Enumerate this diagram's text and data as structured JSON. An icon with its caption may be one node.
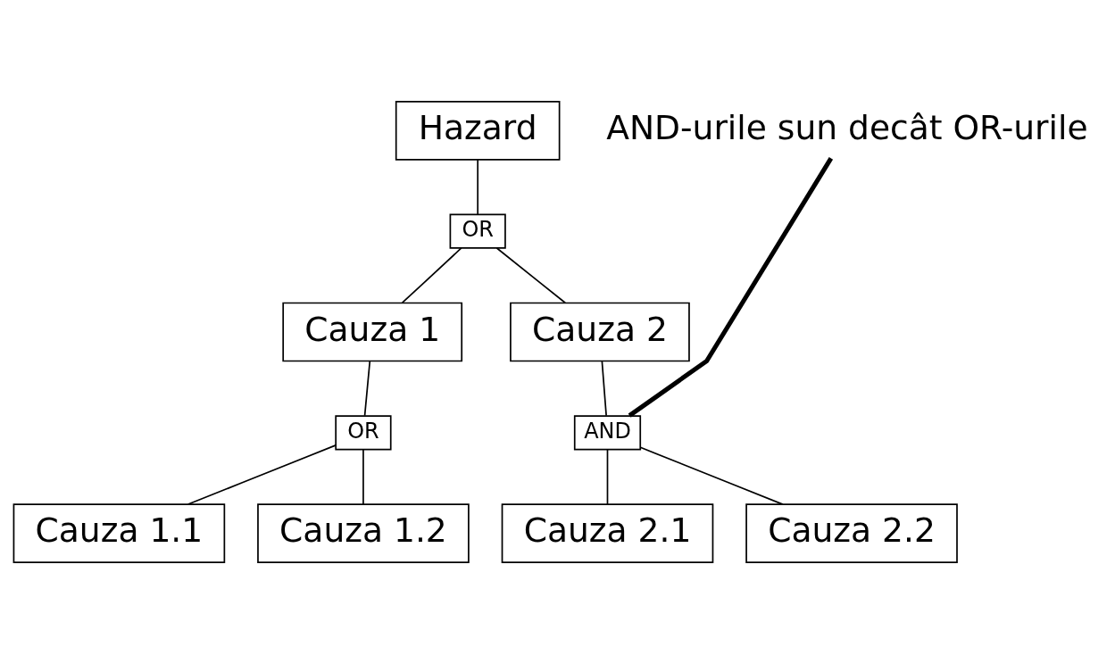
{
  "diagram": {
    "nodes": [
      {
        "text": [
          "Hazard"
        ]
      },
      {
        "text": [
          "OR"
        ]
      },
      {
        "text": [
          "Cauza 1"
        ]
      },
      {
        "text": [
          "Cauza 2"
        ]
      },
      {
        "text": [
          "OR"
        ]
      },
      {
        "text": [
          "AND"
        ]
      },
      {
        "text": [
          "Cauza 1.1"
        ]
      },
      {
        "text": [
          "Cauza 1.2"
        ]
      },
      {
        "text": [
          "Cauza 2.1"
        ]
      },
      {
        "text": [
          "Cauza 2.2"
        ]
      },
      {
        "text": [
          "AND-urile sun decât OR-urile"
        ]
      }
    ],
    "edges": [
      {
        "from": 0,
        "to": 1,
        "arrow": "none"
      },
      {
        "from": 1,
        "to": 2,
        "arrow": "none"
      },
      {
        "from": 1,
        "to": 3,
        "arrow": "none"
      },
      {
        "from": 2,
        "to": 4,
        "arrow": "none"
      },
      {
        "from": 3,
        "to": 5,
        "arrow": "none"
      },
      {
        "from": 4,
        "to": 6,
        "arrow": "none"
      },
      {
        "from": 4,
        "to": 7,
        "arrow": "none"
      },
      {
        "from": 5,
        "to": 8,
        "arrow": "none"
      },
      {
        "from": 5,
        "to": 9,
        "arrow": "none"
      },
      {
        "from": 10,
        "to": 5,
        "arrow": "none",
        "style": "thick"
      }
    ]
  }
}
